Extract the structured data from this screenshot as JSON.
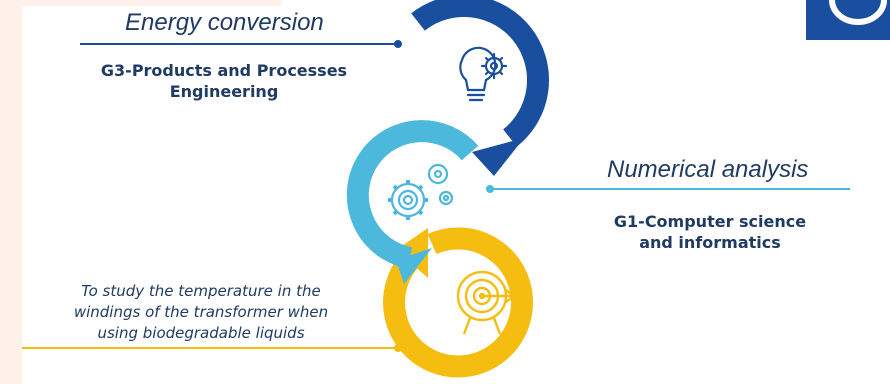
{
  "stages": [
    {
      "title": "Energy conversion",
      "group_lines": [
        "G3-Products and Processes",
        "Engineering"
      ],
      "ring_color": "#1a4e9e",
      "icon": "lightbulb-gear-icon"
    },
    {
      "title": "Numerical analysis",
      "group_lines": [
        "G1-Computer science",
        "and informatics"
      ],
      "ring_color": "#4cb8dc",
      "icon": "gears-icon"
    },
    {
      "goal_lines": [
        "To study the temperature in the",
        "windings of the transformer when",
        "using biodegradable liquids"
      ],
      "ring_color": "#f5bd0f",
      "icon": "target-arrow-icon"
    }
  ],
  "colors": {
    "text": "#1f3b63",
    "corner_logo": "#1a4e9e"
  }
}
